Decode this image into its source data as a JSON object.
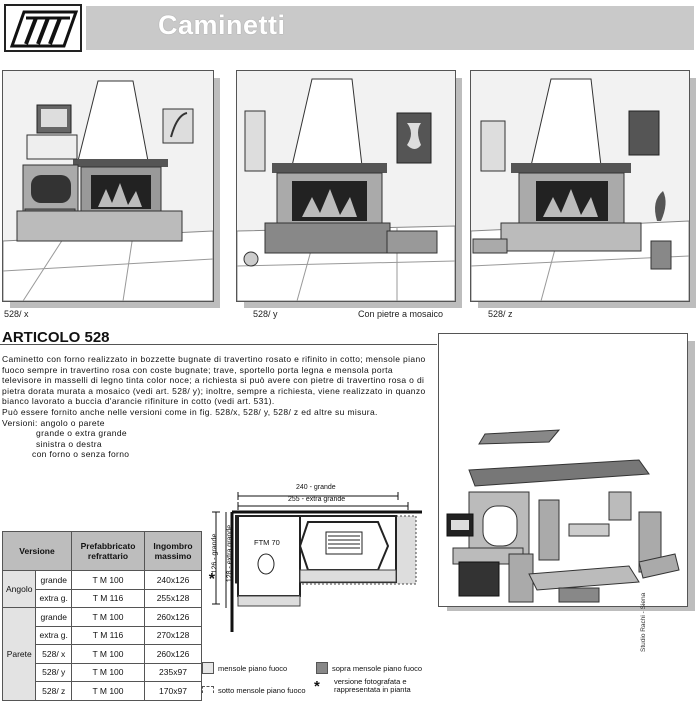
{
  "header": {
    "title": "Caminetti"
  },
  "captions": {
    "a": "528/ x",
    "b": "528/ y",
    "c": "Con pietre a mosaico",
    "d": "528/ z"
  },
  "article": {
    "heading": "ARTICOLO 528",
    "paragraphs": [
      "Caminetto con forno realizzato in bozzette bugnate di travertino rosato e rifinito in cotto; mensole piano fuoco sempre in travertino rosa con coste bugnate; trave, sportello porta legna e mensola porta televisore in masselli di legno tinta color noce; a richiesta si può avere con pietre di travertino rosa o di pietra dorata murata a mosaico (vedi art. 528/ y); inoltre, sempre a richiesta, viene realizzato in quanzo bianco lavorato a buccia d'arancie rifiniture in cotto (vedi art. 531).",
      "Può essere fornito anche nelle versioni come in fig. 528/x, 528/ y, 528/ z ed altre su misura."
    ],
    "versions_label": "Versioni: angolo o parete",
    "versions": [
      "grande o extra grande",
      "sinistra o destra",
      "con forno o senza forno"
    ]
  },
  "table": {
    "headers": [
      "Versione",
      "Prefabbricato refrattario",
      "Ingombro massimo"
    ],
    "groups": [
      {
        "name": "Angolo",
        "rows": [
          {
            "variant": "grande",
            "model": "T M 100",
            "size": "240x126",
            "mark": "*"
          },
          {
            "variant": "extra g.",
            "model": "T M 116",
            "size": "255x128",
            "mark": ""
          }
        ]
      },
      {
        "name": "Parete",
        "rows": [
          {
            "variant": "grande",
            "model": "T M 100",
            "size": "260x126",
            "mark": ""
          },
          {
            "variant": "extra g.",
            "model": "T M 116",
            "size": "270x128",
            "mark": ""
          },
          {
            "variant": "528/ x",
            "model": "T M 100",
            "size": "260x126",
            "mark": ""
          },
          {
            "variant": "528/ y",
            "model": "T M 100",
            "size": "235x97",
            "mark": ""
          },
          {
            "variant": "528/ z",
            "model": "T M 100",
            "size": "170x97",
            "mark": ""
          }
        ]
      }
    ]
  },
  "plan": {
    "dim_top1": "240 - grande",
    "dim_top2": "255 - extra grande",
    "dim_left1": "126 - grande",
    "dim_left2": "128 - extra grande",
    "model": "FTM 70"
  },
  "legend": {
    "a": "mensole piano fuoco",
    "b": "sopra mensole piano fuoco",
    "c": "sotto mensole piano fuoco",
    "d": "versione fotografata e rappresentata in pianta",
    "star": "*"
  },
  "side_credit": "Studio Rachi - Siena"
}
